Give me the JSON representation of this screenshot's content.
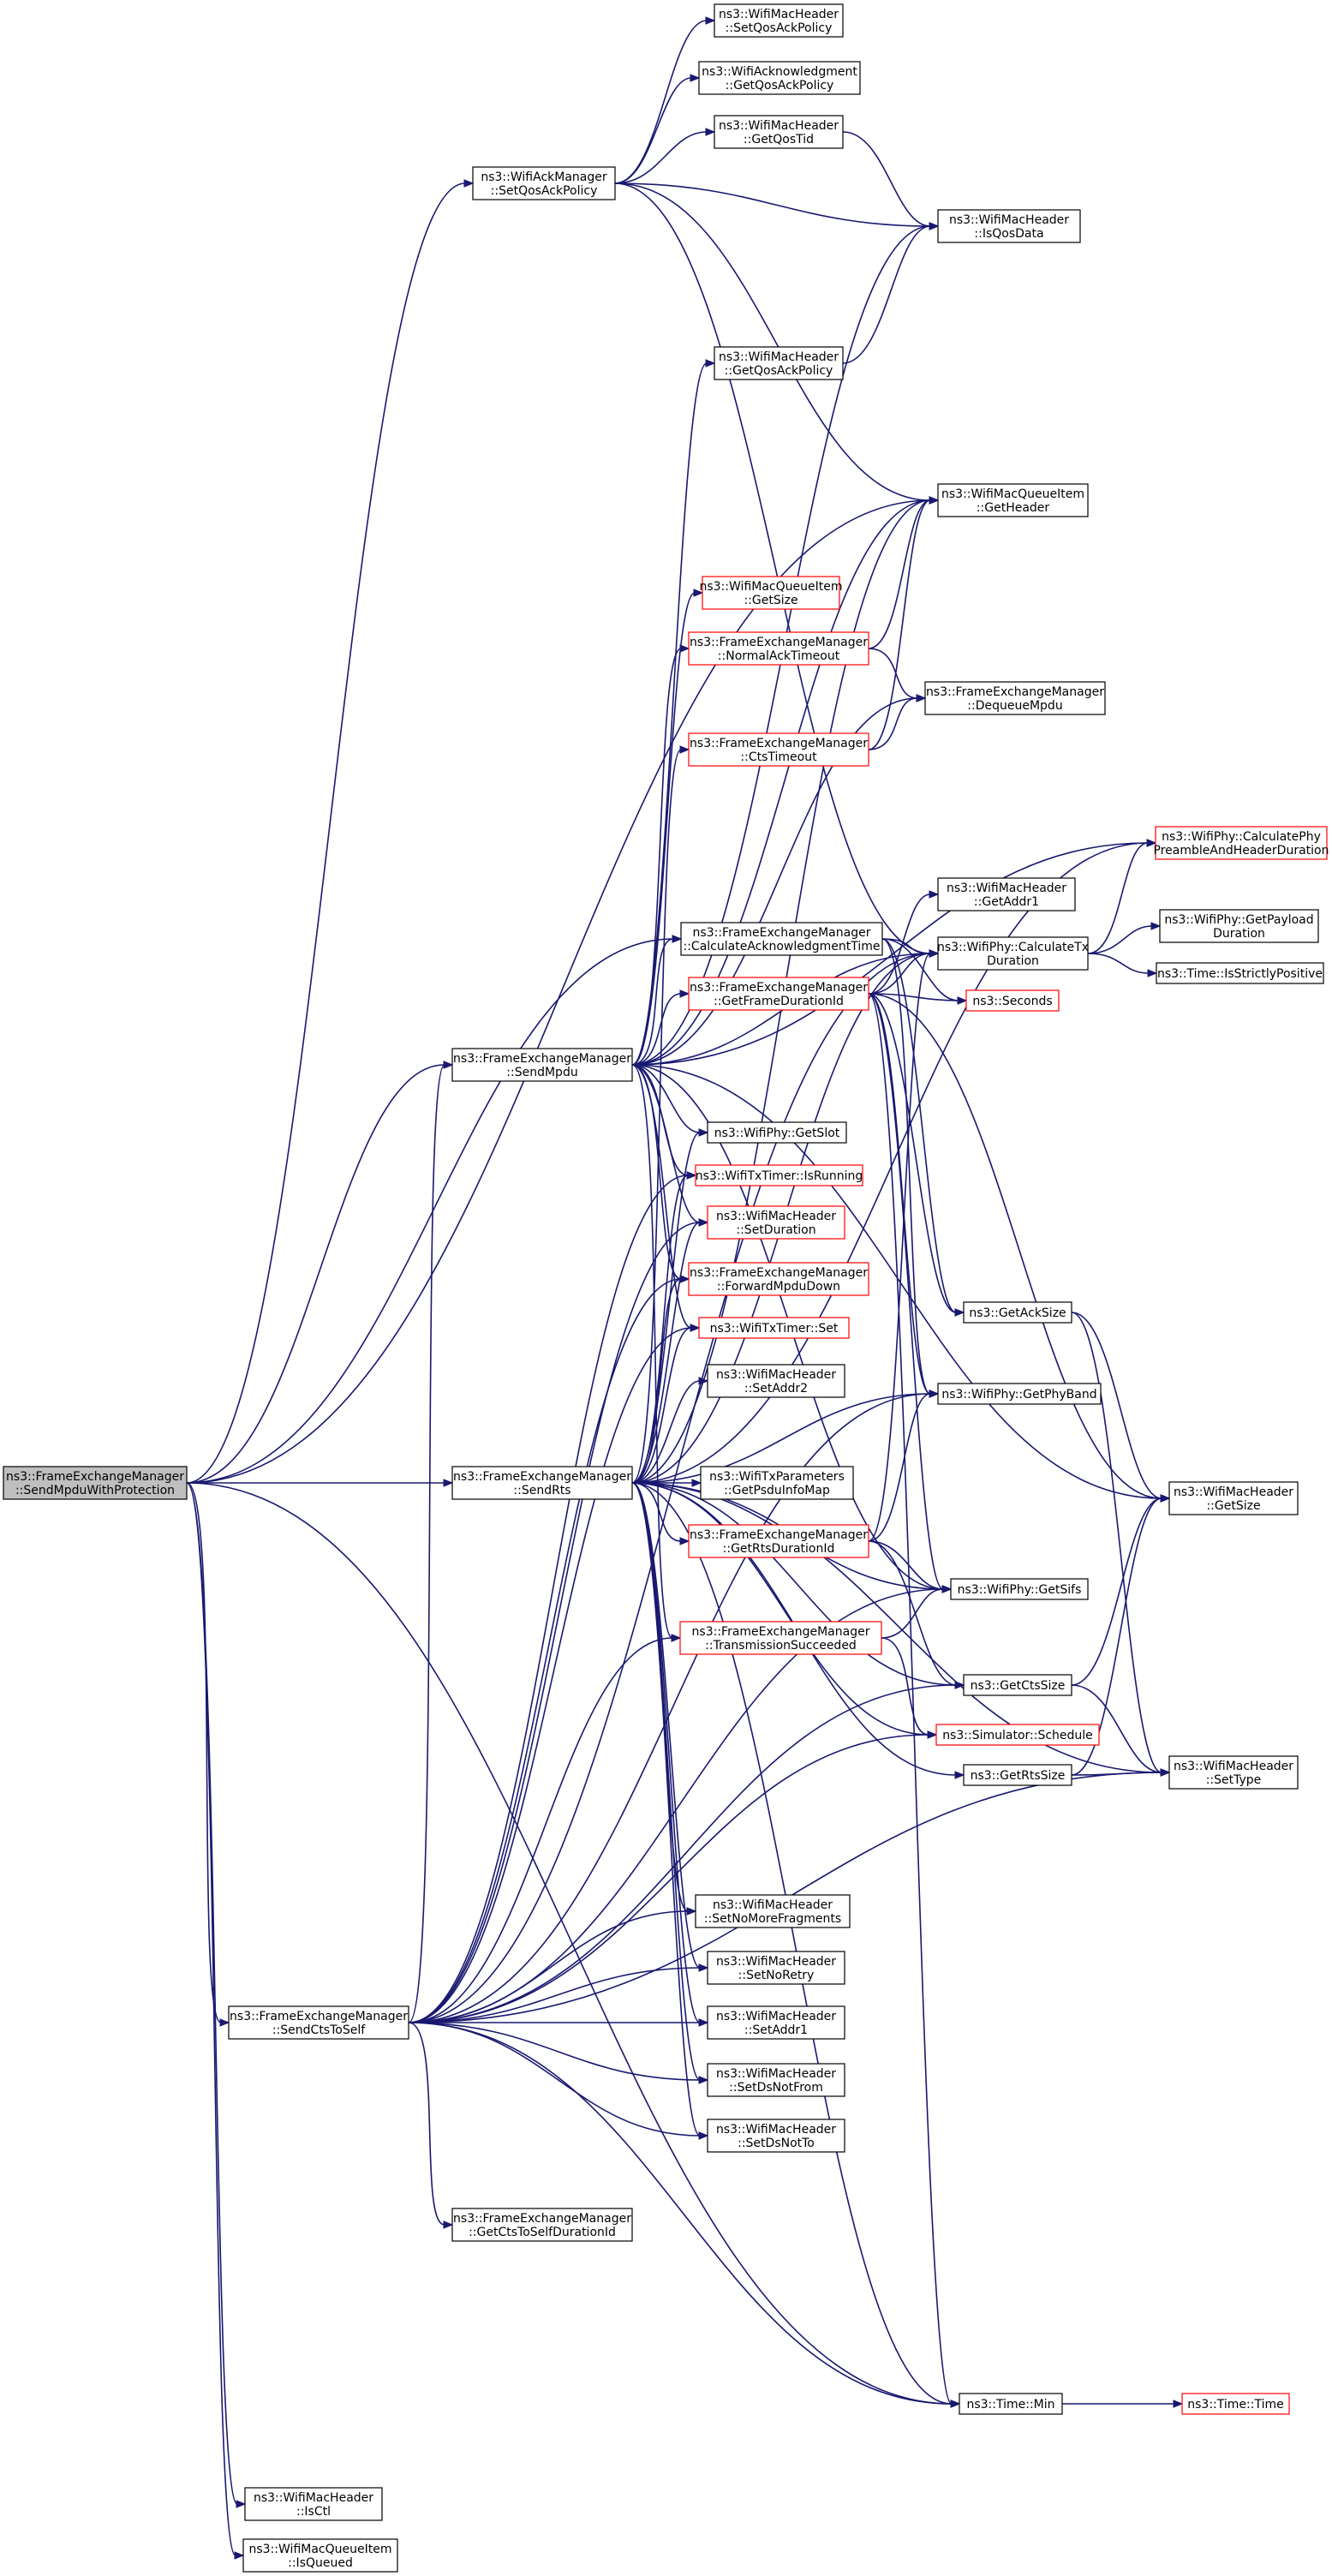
{
  "nodes": {
    "send_mpdu_with_protection": {
      "l1": "ns3::FrameExchangeManager",
      "l2": "::SendMpduWithProtection",
      "style": "root"
    },
    "ack_set_qos": {
      "l1": "ns3::WifiAckManager",
      "l2": "::SetQosAckPolicy",
      "style": "normal"
    },
    "hdr_set_qos_ack": {
      "l1": "ns3::WifiMacHeader",
      "l2": "::SetQosAckPolicy",
      "style": "normal"
    },
    "wifiack_get_qos": {
      "l1": "ns3::WifiAcknowledgment",
      "l2": "::GetQosAckPolicy",
      "style": "normal"
    },
    "hdr_get_qos_tid": {
      "l1": "ns3::WifiMacHeader",
      "l2": "::GetQosTid",
      "style": "normal"
    },
    "hdr_is_qos_data": {
      "l1": "ns3::WifiMacHeader",
      "l2": "::IsQosData",
      "style": "normal"
    },
    "hdr_get_qos_ack": {
      "l1": "ns3::WifiMacHeader",
      "l2": "::GetQosAckPolicy",
      "style": "normal"
    },
    "queue_get_header": {
      "l1": "ns3::WifiMacQueueItem",
      "l2": "::GetHeader",
      "style": "normal"
    },
    "queue_get_size": {
      "l1": "ns3::WifiMacQueueItem",
      "l2": "::GetSize",
      "style": "red"
    },
    "normal_ack_timeout": {
      "l1": "ns3::FrameExchangeManager",
      "l2": "::NormalAckTimeout",
      "style": "red"
    },
    "dequeue_mpdu": {
      "l1": "ns3::FrameExchangeManager",
      "l2": "::DequeueMpdu",
      "style": "normal"
    },
    "cts_timeout": {
      "l1": "ns3::FrameExchangeManager",
      "l2": "::CtsTimeout",
      "style": "red"
    },
    "phy_preamble": {
      "l1": "ns3::WifiPhy::CalculatePhy",
      "l2": "PreambleAndHeaderDuration",
      "style": "red"
    },
    "hdr_get_addr1": {
      "l1": "ns3::WifiMacHeader",
      "l2": "::GetAddr1",
      "style": "normal"
    },
    "calc_ack_time": {
      "l1": "ns3::FrameExchangeManager",
      "l2": "::CalculateAcknowledgmentTime",
      "style": "normal"
    },
    "phy_calc_tx": {
      "l1": "ns3::WifiPhy::CalculateTx",
      "l2": "Duration",
      "style": "normal"
    },
    "phy_payload": {
      "l1": "ns3::WifiPhy::GetPayload",
      "l2": "Duration",
      "style": "normal"
    },
    "time_positive": {
      "l1": "ns3::Time::IsStrictlyPositive",
      "l2": "",
      "style": "normal"
    },
    "get_frame_dur": {
      "l1": "ns3::FrameExchangeManager",
      "l2": "::GetFrameDurationId",
      "style": "red"
    },
    "seconds": {
      "l1": "ns3::Seconds",
      "l2": "",
      "style": "red"
    },
    "send_mpdu": {
      "l1": "ns3::FrameExchangeManager",
      "l2": "::SendMpdu",
      "style": "normal"
    },
    "phy_get_slot": {
      "l1": "ns3::WifiPhy::GetSlot",
      "l2": "",
      "style": "normal"
    },
    "timer_is_running": {
      "l1": "ns3::WifiTxTimer::IsRunning",
      "l2": "",
      "style": "red"
    },
    "hdr_set_duration": {
      "l1": "ns3::WifiMacHeader",
      "l2": "::SetDuration",
      "style": "red"
    },
    "forward_mpdu": {
      "l1": "ns3::FrameExchangeManager",
      "l2": "::ForwardMpduDown",
      "style": "red"
    },
    "get_ack_size": {
      "l1": "ns3::GetAckSize",
      "l2": "",
      "style": "normal"
    },
    "timer_set": {
      "l1": "ns3::WifiTxTimer::Set",
      "l2": "",
      "style": "red"
    },
    "hdr_set_addr2": {
      "l1": "ns3::WifiMacHeader",
      "l2": "::SetAddr2",
      "style": "normal"
    },
    "phy_get_band": {
      "l1": "ns3::WifiPhy::GetPhyBand",
      "l2": "",
      "style": "normal"
    },
    "send_rts": {
      "l1": "ns3::FrameExchangeManager",
      "l2": "::SendRts",
      "style": "normal"
    },
    "tx_params_psdu": {
      "l1": "ns3::WifiTxParameters",
      "l2": "::GetPsduInfoMap",
      "style": "normal"
    },
    "hdr_get_size": {
      "l1": "ns3::WifiMacHeader",
      "l2": "::GetSize",
      "style": "normal"
    },
    "get_rts_dur": {
      "l1": "ns3::FrameExchangeManager",
      "l2": "::GetRtsDurationId",
      "style": "red"
    },
    "phy_get_sifs": {
      "l1": "ns3::WifiPhy::GetSifs",
      "l2": "",
      "style": "normal"
    },
    "tx_succeeded": {
      "l1": "ns3::FrameExchangeManager",
      "l2": "::TransmissionSucceeded",
      "style": "red"
    },
    "get_cts_size": {
      "l1": "ns3::GetCtsSize",
      "l2": "",
      "style": "normal"
    },
    "sim_schedule": {
      "l1": "ns3::Simulator::Schedule",
      "l2": "",
      "style": "red"
    },
    "get_rts_size": {
      "l1": "ns3::GetRtsSize",
      "l2": "",
      "style": "normal"
    },
    "hdr_set_type": {
      "l1": "ns3::WifiMacHeader",
      "l2": "::SetType",
      "style": "normal"
    },
    "hdr_set_no_more_frag": {
      "l1": "ns3::WifiMacHeader",
      "l2": "::SetNoMoreFragments",
      "style": "normal"
    },
    "hdr_set_no_retry": {
      "l1": "ns3::WifiMacHeader",
      "l2": "::SetNoRetry",
      "style": "normal"
    },
    "send_cts_to_self": {
      "l1": "ns3::FrameExchangeManager",
      "l2": "::SendCtsToSelf",
      "style": "normal"
    },
    "hdr_set_addr1": {
      "l1": "ns3::WifiMacHeader",
      "l2": "::SetAddr1",
      "style": "normal"
    },
    "hdr_set_ds_not_from": {
      "l1": "ns3::WifiMacHeader",
      "l2": "::SetDsNotFrom",
      "style": "normal"
    },
    "hdr_set_ds_not_to": {
      "l1": "ns3::WifiMacHeader",
      "l2": "::SetDsNotTo",
      "style": "normal"
    },
    "get_cts_self_dur": {
      "l1": "ns3::FrameExchangeManager",
      "l2": "::GetCtsToSelfDurationId",
      "style": "normal"
    },
    "time_min": {
      "l1": "ns3::Time::Min",
      "l2": "",
      "style": "normal"
    },
    "time_time": {
      "l1": "ns3::Time::Time",
      "l2": "",
      "style": "red"
    },
    "hdr_is_ctl": {
      "l1": "ns3::WifiMacHeader",
      "l2": "::IsCtl",
      "style": "normal"
    },
    "queue_is_queued": {
      "l1": "ns3::WifiMacQueueItem",
      "l2": "::IsQueued",
      "style": "normal"
    }
  },
  "edges": [
    [
      "send_mpdu_with_protection",
      "ack_set_qos"
    ],
    [
      "send_mpdu_with_protection",
      "queue_get_header"
    ],
    [
      "send_mpdu_with_protection",
      "calc_ack_time"
    ],
    [
      "send_mpdu_with_protection",
      "send_mpdu"
    ],
    [
      "send_mpdu_with_protection",
      "send_rts"
    ],
    [
      "send_mpdu_with_protection",
      "send_cts_to_self"
    ],
    [
      "send_mpdu_with_protection",
      "time_min"
    ],
    [
      "send_mpdu_with_protection",
      "hdr_is_ctl"
    ],
    [
      "send_mpdu_with_protection",
      "queue_is_queued"
    ],
    [
      "ack_set_qos",
      "hdr_set_qos_ack"
    ],
    [
      "ack_set_qos",
      "wifiack_get_qos"
    ],
    [
      "ack_set_qos",
      "hdr_get_qos_tid"
    ],
    [
      "ack_set_qos",
      "hdr_is_qos_data"
    ],
    [
      "ack_set_qos",
      "queue_get_header"
    ],
    [
      "ack_set_qos",
      "phy_calc_tx"
    ],
    [
      "hdr_get_qos_tid",
      "hdr_is_qos_data"
    ],
    [
      "hdr_get_qos_ack",
      "hdr_is_qos_data"
    ],
    [
      "normal_ack_timeout",
      "queue_get_header"
    ],
    [
      "normal_ack_timeout",
      "dequeue_mpdu"
    ],
    [
      "cts_timeout",
      "queue_get_header"
    ],
    [
      "cts_timeout",
      "dequeue_mpdu"
    ],
    [
      "calc_ack_time",
      "phy_calc_tx"
    ],
    [
      "calc_ack_time",
      "seconds"
    ],
    [
      "calc_ack_time",
      "get_ack_size"
    ],
    [
      "calc_ack_time",
      "phy_get_band"
    ],
    [
      "phy_calc_tx",
      "phy_preamble"
    ],
    [
      "phy_calc_tx",
      "phy_payload"
    ],
    [
      "phy_calc_tx",
      "time_positive"
    ],
    [
      "get_frame_dur",
      "hdr_get_addr1"
    ],
    [
      "get_frame_dur",
      "phy_calc_tx"
    ],
    [
      "get_frame_dur",
      "seconds"
    ],
    [
      "get_frame_dur",
      "get_ack_size"
    ],
    [
      "get_frame_dur",
      "phy_get_band"
    ],
    [
      "get_frame_dur",
      "phy_get_sifs"
    ],
    [
      "get_frame_dur",
      "hdr_get_size"
    ],
    [
      "get_frame_dur",
      "time_min"
    ],
    [
      "send_mpdu",
      "hdr_is_qos_data"
    ],
    [
      "send_mpdu",
      "hdr_get_qos_ack"
    ],
    [
      "send_mpdu",
      "queue_get_header"
    ],
    [
      "send_mpdu",
      "queue_get_size"
    ],
    [
      "send_mpdu",
      "normal_ack_timeout"
    ],
    [
      "send_mpdu",
      "dequeue_mpdu"
    ],
    [
      "send_mpdu",
      "phy_preamble"
    ],
    [
      "send_mpdu",
      "calc_ack_time"
    ],
    [
      "send_mpdu",
      "phy_calc_tx"
    ],
    [
      "send_mpdu",
      "get_frame_dur"
    ],
    [
      "send_mpdu",
      "phy_get_slot"
    ],
    [
      "send_mpdu",
      "timer_is_running"
    ],
    [
      "send_mpdu",
      "hdr_set_duration"
    ],
    [
      "send_mpdu",
      "forward_mpdu"
    ],
    [
      "send_mpdu",
      "timer_set"
    ],
    [
      "send_mpdu",
      "phy_get_sifs"
    ],
    [
      "send_mpdu",
      "tx_succeeded"
    ],
    [
      "send_mpdu",
      "hdr_get_size"
    ],
    [
      "send_rts",
      "queue_get_header"
    ],
    [
      "send_rts",
      "cts_timeout"
    ],
    [
      "send_rts",
      "phy_preamble"
    ],
    [
      "send_rts",
      "phy_calc_tx"
    ],
    [
      "send_rts",
      "phy_get_slot"
    ],
    [
      "send_rts",
      "timer_is_running"
    ],
    [
      "send_rts",
      "hdr_set_duration"
    ],
    [
      "send_rts",
      "forward_mpdu"
    ],
    [
      "send_rts",
      "timer_set"
    ],
    [
      "send_rts",
      "hdr_set_addr2"
    ],
    [
      "send_rts",
      "phy_get_band"
    ],
    [
      "send_rts",
      "tx_params_psdu"
    ],
    [
      "send_rts",
      "get_rts_dur"
    ],
    [
      "send_rts",
      "phy_get_sifs"
    ],
    [
      "send_rts",
      "get_cts_size"
    ],
    [
      "send_rts",
      "sim_schedule"
    ],
    [
      "send_rts",
      "get_rts_size"
    ],
    [
      "send_rts",
      "hdr_set_type"
    ],
    [
      "send_rts",
      "hdr_set_no_more_frag"
    ],
    [
      "send_rts",
      "hdr_set_no_retry"
    ],
    [
      "send_rts",
      "hdr_set_addr1"
    ],
    [
      "send_rts",
      "hdr_set_ds_not_from"
    ],
    [
      "send_rts",
      "hdr_set_ds_not_to"
    ],
    [
      "send_rts",
      "time_min"
    ],
    [
      "get_rts_dur",
      "phy_calc_tx"
    ],
    [
      "get_rts_dur",
      "phy_get_band"
    ],
    [
      "get_rts_dur",
      "phy_get_sifs"
    ],
    [
      "get_rts_dur",
      "get_cts_size"
    ],
    [
      "tx_succeeded",
      "phy_get_sifs"
    ],
    [
      "tx_succeeded",
      "sim_schedule"
    ],
    [
      "get_ack_size",
      "hdr_get_size"
    ],
    [
      "get_ack_size",
      "hdr_set_type"
    ],
    [
      "get_cts_size",
      "hdr_get_size"
    ],
    [
      "get_cts_size",
      "hdr_set_type"
    ],
    [
      "get_rts_size",
      "hdr_get_size"
    ],
    [
      "get_rts_size",
      "hdr_set_type"
    ],
    [
      "time_min",
      "time_time"
    ],
    [
      "send_cts_to_self",
      "send_mpdu"
    ],
    [
      "send_cts_to_self",
      "timer_is_running"
    ],
    [
      "send_cts_to_self",
      "hdr_set_duration"
    ],
    [
      "send_cts_to_self",
      "forward_mpdu"
    ],
    [
      "send_cts_to_self",
      "timer_set"
    ],
    [
      "send_cts_to_self",
      "phy_calc_tx"
    ],
    [
      "send_cts_to_self",
      "phy_get_band"
    ],
    [
      "send_cts_to_self",
      "phy_get_sifs"
    ],
    [
      "send_cts_to_self",
      "get_cts_size"
    ],
    [
      "send_cts_to_self",
      "sim_schedule"
    ],
    [
      "send_cts_to_self",
      "hdr_set_type"
    ],
    [
      "send_cts_to_self",
      "hdr_set_no_more_frag"
    ],
    [
      "send_cts_to_self",
      "hdr_set_no_retry"
    ],
    [
      "send_cts_to_self",
      "hdr_set_addr1"
    ],
    [
      "send_cts_to_self",
      "hdr_set_ds_not_from"
    ],
    [
      "send_cts_to_self",
      "hdr_set_ds_not_to"
    ],
    [
      "send_cts_to_self",
      "get_cts_self_dur"
    ],
    [
      "send_cts_to_self",
      "time_min"
    ],
    [
      "send_cts_to_self",
      "tx_succeeded"
    ]
  ],
  "colors": {
    "edge": "#191970",
    "root_fill": "#bfbfbf",
    "red_border": "#ff0000",
    "normal_border": "#000000",
    "node_fill": "#ffffff"
  }
}
